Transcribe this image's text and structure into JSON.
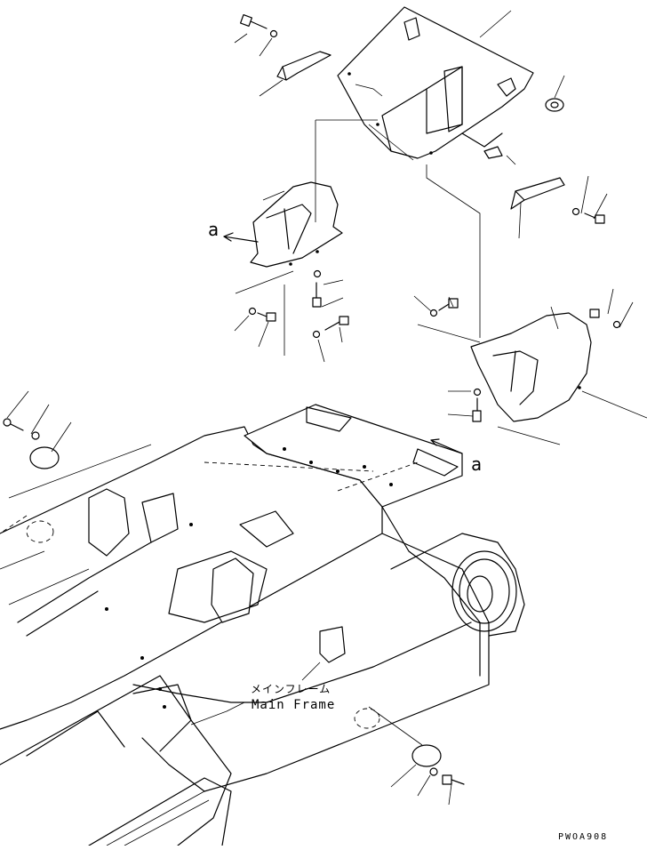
{
  "diagram": {
    "labels": {
      "view_a_left": "a",
      "view_a_right": "a",
      "main_frame_jp": "メインフレーム",
      "main_frame_en": "Main Frame",
      "drawing_code": "PWOA908"
    }
  }
}
